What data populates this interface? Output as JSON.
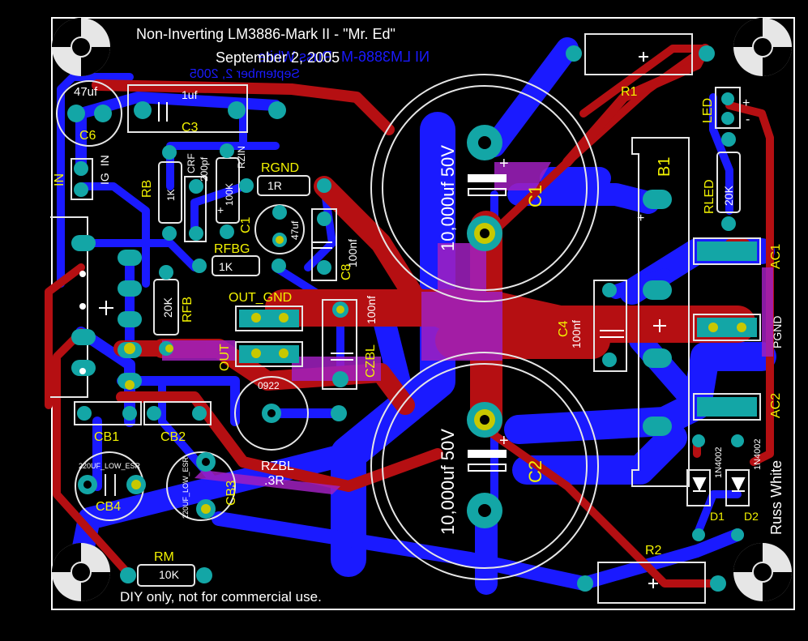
{
  "header": {
    "title": "Non-Inverting LM3886-Mark II - \"Mr. Ed\"",
    "date": "September 2, 2005",
    "mirror_title": "NI LM3886-M",
    "mirror_name": "Russ White",
    "mirror_date": "September 2, 2005"
  },
  "footer": {
    "notice": "DIY only, not for commercial use.",
    "author": "Russ White"
  },
  "labels": {
    "c6_value": "47uf",
    "c6": "C6",
    "c3_value": "1uf",
    "c3": "C3",
    "in_top": "IN",
    "in_right": "IN",
    "ig": "IG",
    "rb": "RB",
    "rb_value": "1K",
    "crf": "CRF",
    "crf_value": "200pf",
    "rzin": "RZIN",
    "rzin_value": "100K",
    "rgnd": "RGND",
    "rgnd_value": "1R",
    "c1_small": "C1",
    "c1_small_value": "47uf",
    "c8": "C8",
    "c8_value": "100nf",
    "rfbg": "RFBG",
    "rfbg_value": "1K",
    "rfb": "RFB",
    "rfb_value": "20K",
    "out_gnd": "OUT_GND",
    "out": "OUT",
    "czbl": "CZBL",
    "czbl_value": "100nf",
    "ic_code": "0922",
    "rzbl": "RZBL",
    "rzbl_value": ".3R",
    "cb1": "CB1",
    "cb2": "CB2",
    "cb4": "CB4",
    "cb4_value": "220UF_LOW_ESR",
    "cb3": "CB3",
    "cb3_value": "220UF_LOW_ESR",
    "c1_big": "C1",
    "c1_big_value": "10,000uf 50V",
    "c2_big": "C2",
    "c2_big_value": "10,000uf 50V",
    "r1": "R1",
    "r2": "R2",
    "rm": "RM",
    "rm_value": "10K",
    "led": "LED",
    "rled": "RLED",
    "rled_value": "20K",
    "b1": "B1",
    "ac1": "AC1",
    "ac2": "AC2",
    "pgnd": "PGND",
    "c4": "C4",
    "c4_value": "100nf",
    "d1": "D1",
    "d1_value": "1N4002",
    "d2": "D2",
    "d2_value": "1N4002",
    "plus": "+",
    "minus": "-"
  },
  "colors": {
    "background": "#000000",
    "bottom_copper": "#1a1aff",
    "top_copper": "#b50f12",
    "overlap": "#a020c0",
    "pad": "#13a6a6",
    "pad_center": "#c8c800",
    "silkscreen": "#ffffff",
    "label": "#f3f300"
  }
}
